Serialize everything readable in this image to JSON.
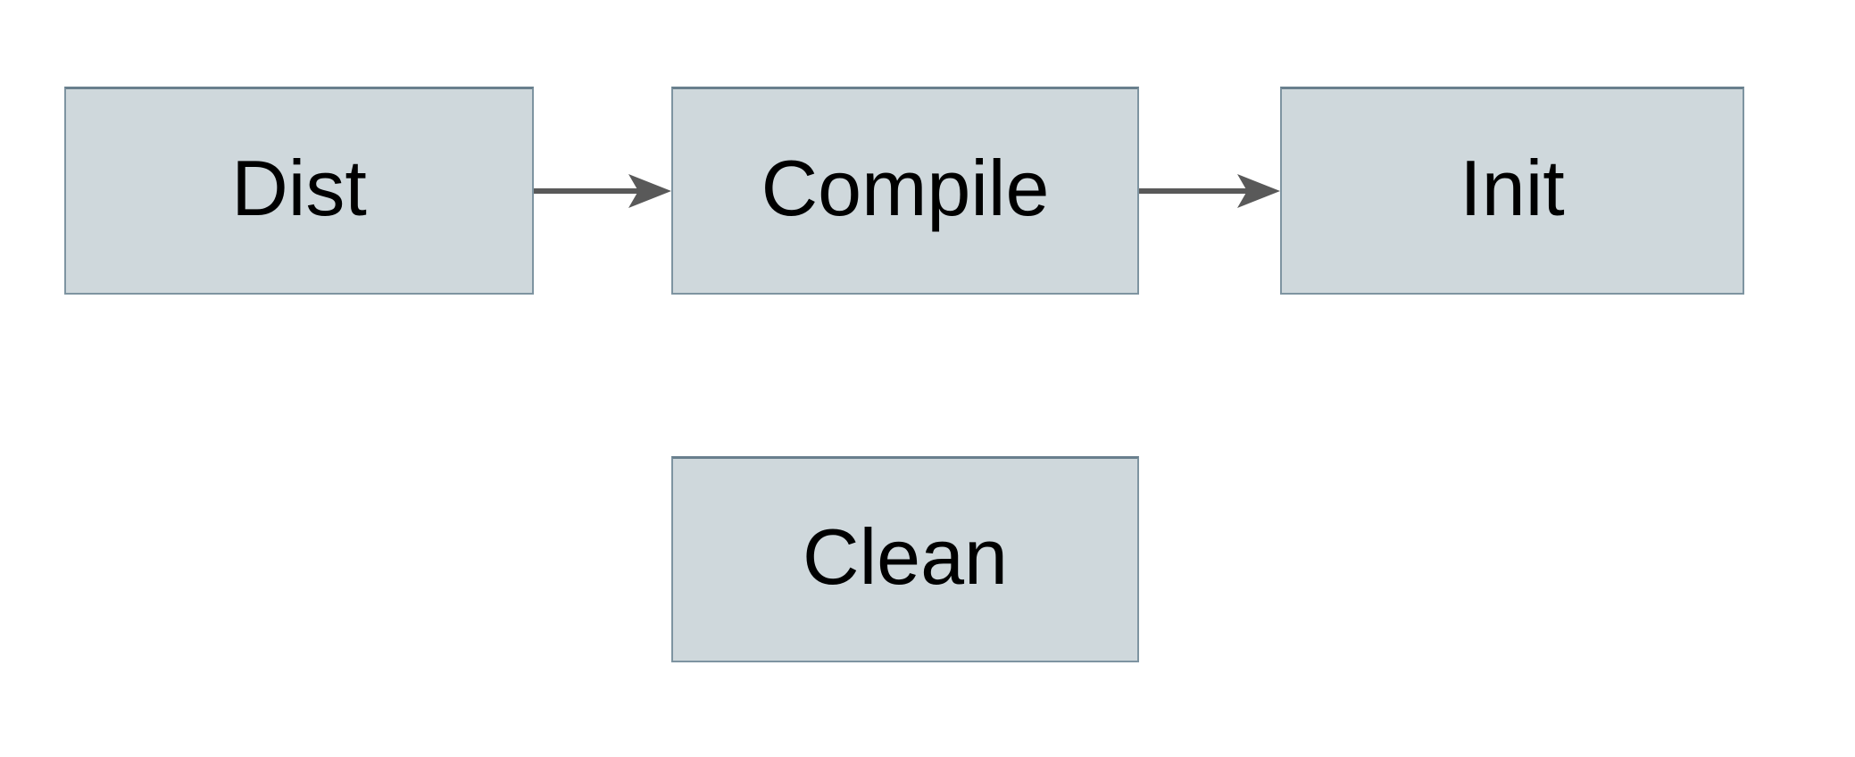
{
  "diagram": {
    "type": "flowchart",
    "nodes": [
      {
        "id": "dist",
        "label": "Dist"
      },
      {
        "id": "compile",
        "label": "Compile"
      },
      {
        "id": "init",
        "label": "Init"
      },
      {
        "id": "clean",
        "label": "Clean"
      }
    ],
    "edges": [
      {
        "from": "Dist",
        "to": "Compile"
      },
      {
        "from": "Compile",
        "to": "Init"
      }
    ]
  },
  "theme": {
    "background": "#ffffff",
    "node_fill": "#cfd8dc",
    "node_border": "#7e94a1",
    "node_border_top": "#697f8d",
    "arrow_color": "#595959",
    "text_color": "#000000"
  }
}
